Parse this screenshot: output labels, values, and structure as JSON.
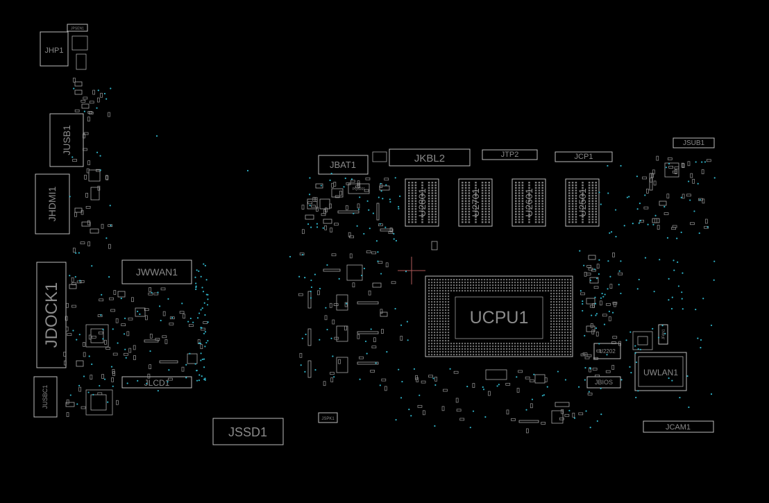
{
  "components": [
    {
      "id": "jhp1",
      "label": "JHP1",
      "rotate": false,
      "size": 11
    },
    {
      "id": "jusb1",
      "label": "JUSB1",
      "rotate": true,
      "size": 14
    },
    {
      "id": "jhdmi1",
      "label": "JHDMI1",
      "rotate": true,
      "size": 14
    },
    {
      "id": "jdock1",
      "label": "JDOCK1",
      "rotate": true,
      "size": 24
    },
    {
      "id": "jusbc1",
      "label": "JUSBC1",
      "rotate": true,
      "size": 9
    },
    {
      "id": "jwwan1",
      "label": "JWWAN1",
      "rotate": false,
      "size": 14
    },
    {
      "id": "jlcd1",
      "label": "JLCD1",
      "rotate": false,
      "size": 12
    },
    {
      "id": "jssd1",
      "label": "JSSD1",
      "rotate": false,
      "size": 18
    },
    {
      "id": "jspk1",
      "label": "JSPK1",
      "rotate": false,
      "size": 6
    },
    {
      "id": "jbat1",
      "label": "JBAT1",
      "rotate": false,
      "size": 13
    },
    {
      "id": "jkbl2",
      "label": "JKBL2",
      "rotate": false,
      "size": 15
    },
    {
      "id": "jtp2",
      "label": "JTP2",
      "rotate": false,
      "size": 11
    },
    {
      "id": "jcp1",
      "label": "JCP1",
      "rotate": false,
      "size": 11
    },
    {
      "id": "jsub1",
      "label": "JSUB1",
      "rotate": false,
      "size": 10
    },
    {
      "id": "u2801",
      "label": "U2801",
      "rotate": true,
      "size": 14
    },
    {
      "id": "u2701",
      "label": "U2701",
      "rotate": true,
      "size": 14
    },
    {
      "id": "u2601",
      "label": "U2601",
      "rotate": true,
      "size": 14
    },
    {
      "id": "u2501",
      "label": "U2501",
      "rotate": true,
      "size": 14
    },
    {
      "id": "ucpu1",
      "label": "UCPU1",
      "rotate": false,
      "size": 25
    },
    {
      "id": "u2202",
      "label": "U2202",
      "rotate": false,
      "size": 8
    },
    {
      "id": "jbios",
      "label": "JBIOS",
      "rotate": false,
      "size": 9
    },
    {
      "id": "uwlan1",
      "label": "UWLAN1",
      "rotate": false,
      "size": 12
    },
    {
      "id": "jcam1",
      "label": "JCAM1",
      "rotate": false,
      "size": 11
    },
    {
      "id": "jpsen1",
      "label": "JPSEN1",
      "rotate": false,
      "size": 5
    },
    {
      "id": "q3201",
      "label": "PQ3201",
      "rotate": false,
      "size": 5
    },
    {
      "id": "jfan1",
      "label": "JFAN1",
      "rotate": true,
      "size": 5
    }
  ]
}
